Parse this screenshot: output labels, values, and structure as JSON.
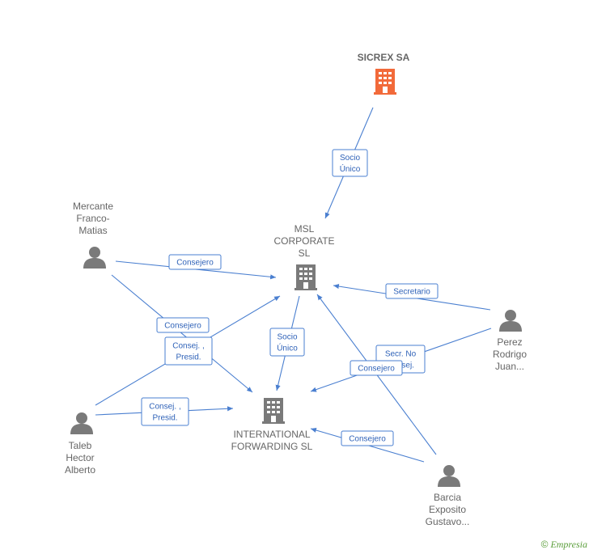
{
  "companies": {
    "sicrex": {
      "name": "SICREX SA",
      "color": "#f26a3a"
    },
    "msl": {
      "lines": [
        "MSL",
        "CORPORATE",
        "SL"
      ],
      "color": "#7a7a7a"
    },
    "ifsl": {
      "lines": [
        "INTERNATIONAL",
        "FORWARDING SL"
      ],
      "color": "#7a7a7a"
    }
  },
  "persons": {
    "mercante": {
      "lines": [
        "Mercante",
        "Franco-",
        "Matias"
      ]
    },
    "perez": {
      "lines": [
        "Perez",
        "Rodrigo",
        "Juan..."
      ]
    },
    "taleb": {
      "lines": [
        "Taleb",
        "Hector",
        "Alberto"
      ]
    },
    "barcia": {
      "lines": [
        "Barcia",
        "Exposito",
        "Gustavo..."
      ]
    }
  },
  "edges": [
    {
      "id": "sicrex-msl",
      "label": [
        "Socio",
        "Único"
      ]
    },
    {
      "id": "mercante-msl",
      "label": [
        "Consejero"
      ]
    },
    {
      "id": "mercante-ifsl",
      "label": [
        "Consejero"
      ]
    },
    {
      "id": "taleb-msl",
      "label": [
        "Consej. ,",
        "Presid."
      ]
    },
    {
      "id": "taleb-ifsl",
      "label": [
        "Consej. ,",
        "Presid."
      ]
    },
    {
      "id": "msl-ifsl",
      "label": [
        "Socio",
        "Único"
      ]
    },
    {
      "id": "perez-msl",
      "label": [
        "Secretario"
      ]
    },
    {
      "id": "perez-ifsl",
      "label": [
        "Secr.  No",
        "Consej."
      ]
    },
    {
      "id": "barcia-msl",
      "label": [
        "Consejero"
      ]
    },
    {
      "id": "barcia-ifsl",
      "label": [
        "Consejero"
      ]
    }
  ],
  "footer": {
    "copyright": "©",
    "brand": "Empresia"
  },
  "colors": {
    "edge": "#4a7fd0",
    "person": "#7a7a7a",
    "label": "#666666"
  }
}
